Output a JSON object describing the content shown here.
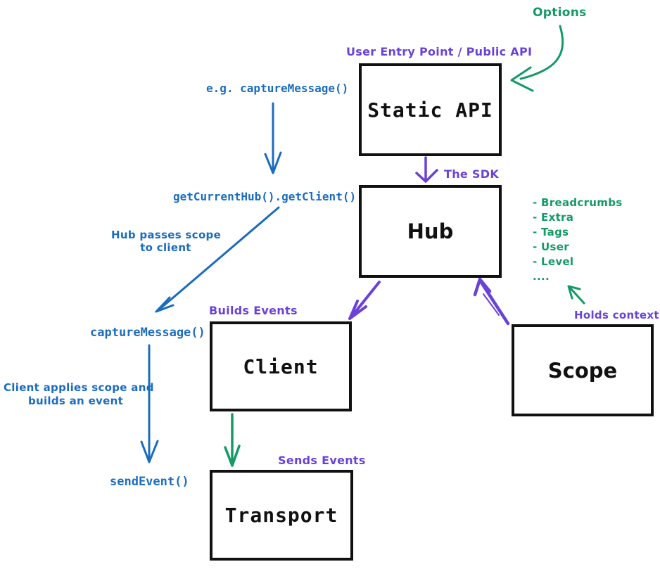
{
  "colors": {
    "blue": "#1b6cc0",
    "purple": "#6a42d8",
    "green": "#149a67",
    "box_border": "#111111",
    "background": "#ffffff"
  },
  "boxes": {
    "static_api": {
      "label": "Static API",
      "annotation": "User Entry Point / Public API"
    },
    "hub": {
      "label": "Hub",
      "annotation": "The SDK"
    },
    "client": {
      "label": "Client",
      "annotation": "Builds Events"
    },
    "scope": {
      "label": "Scope",
      "annotation": "Holds context"
    },
    "transport": {
      "label": "Transport",
      "annotation": "Sends Events"
    }
  },
  "code_labels": {
    "example_call": "e.g. captureMessage()",
    "get_client": "getCurrentHub().getClient()",
    "capture_message": "captureMessage()",
    "send_event": "sendEvent()"
  },
  "notes": {
    "options": "Options",
    "hub_passes_scope_line1": "Hub passes scope",
    "hub_passes_scope_line2": "to client",
    "client_applies_line1": "Client applies scope and",
    "client_applies_line2": "builds an event"
  },
  "scope_context_items": [
    "- Breadcrumbs",
    "- Extra",
    "- Tags",
    "- User",
    "- Level",
    "...."
  ]
}
